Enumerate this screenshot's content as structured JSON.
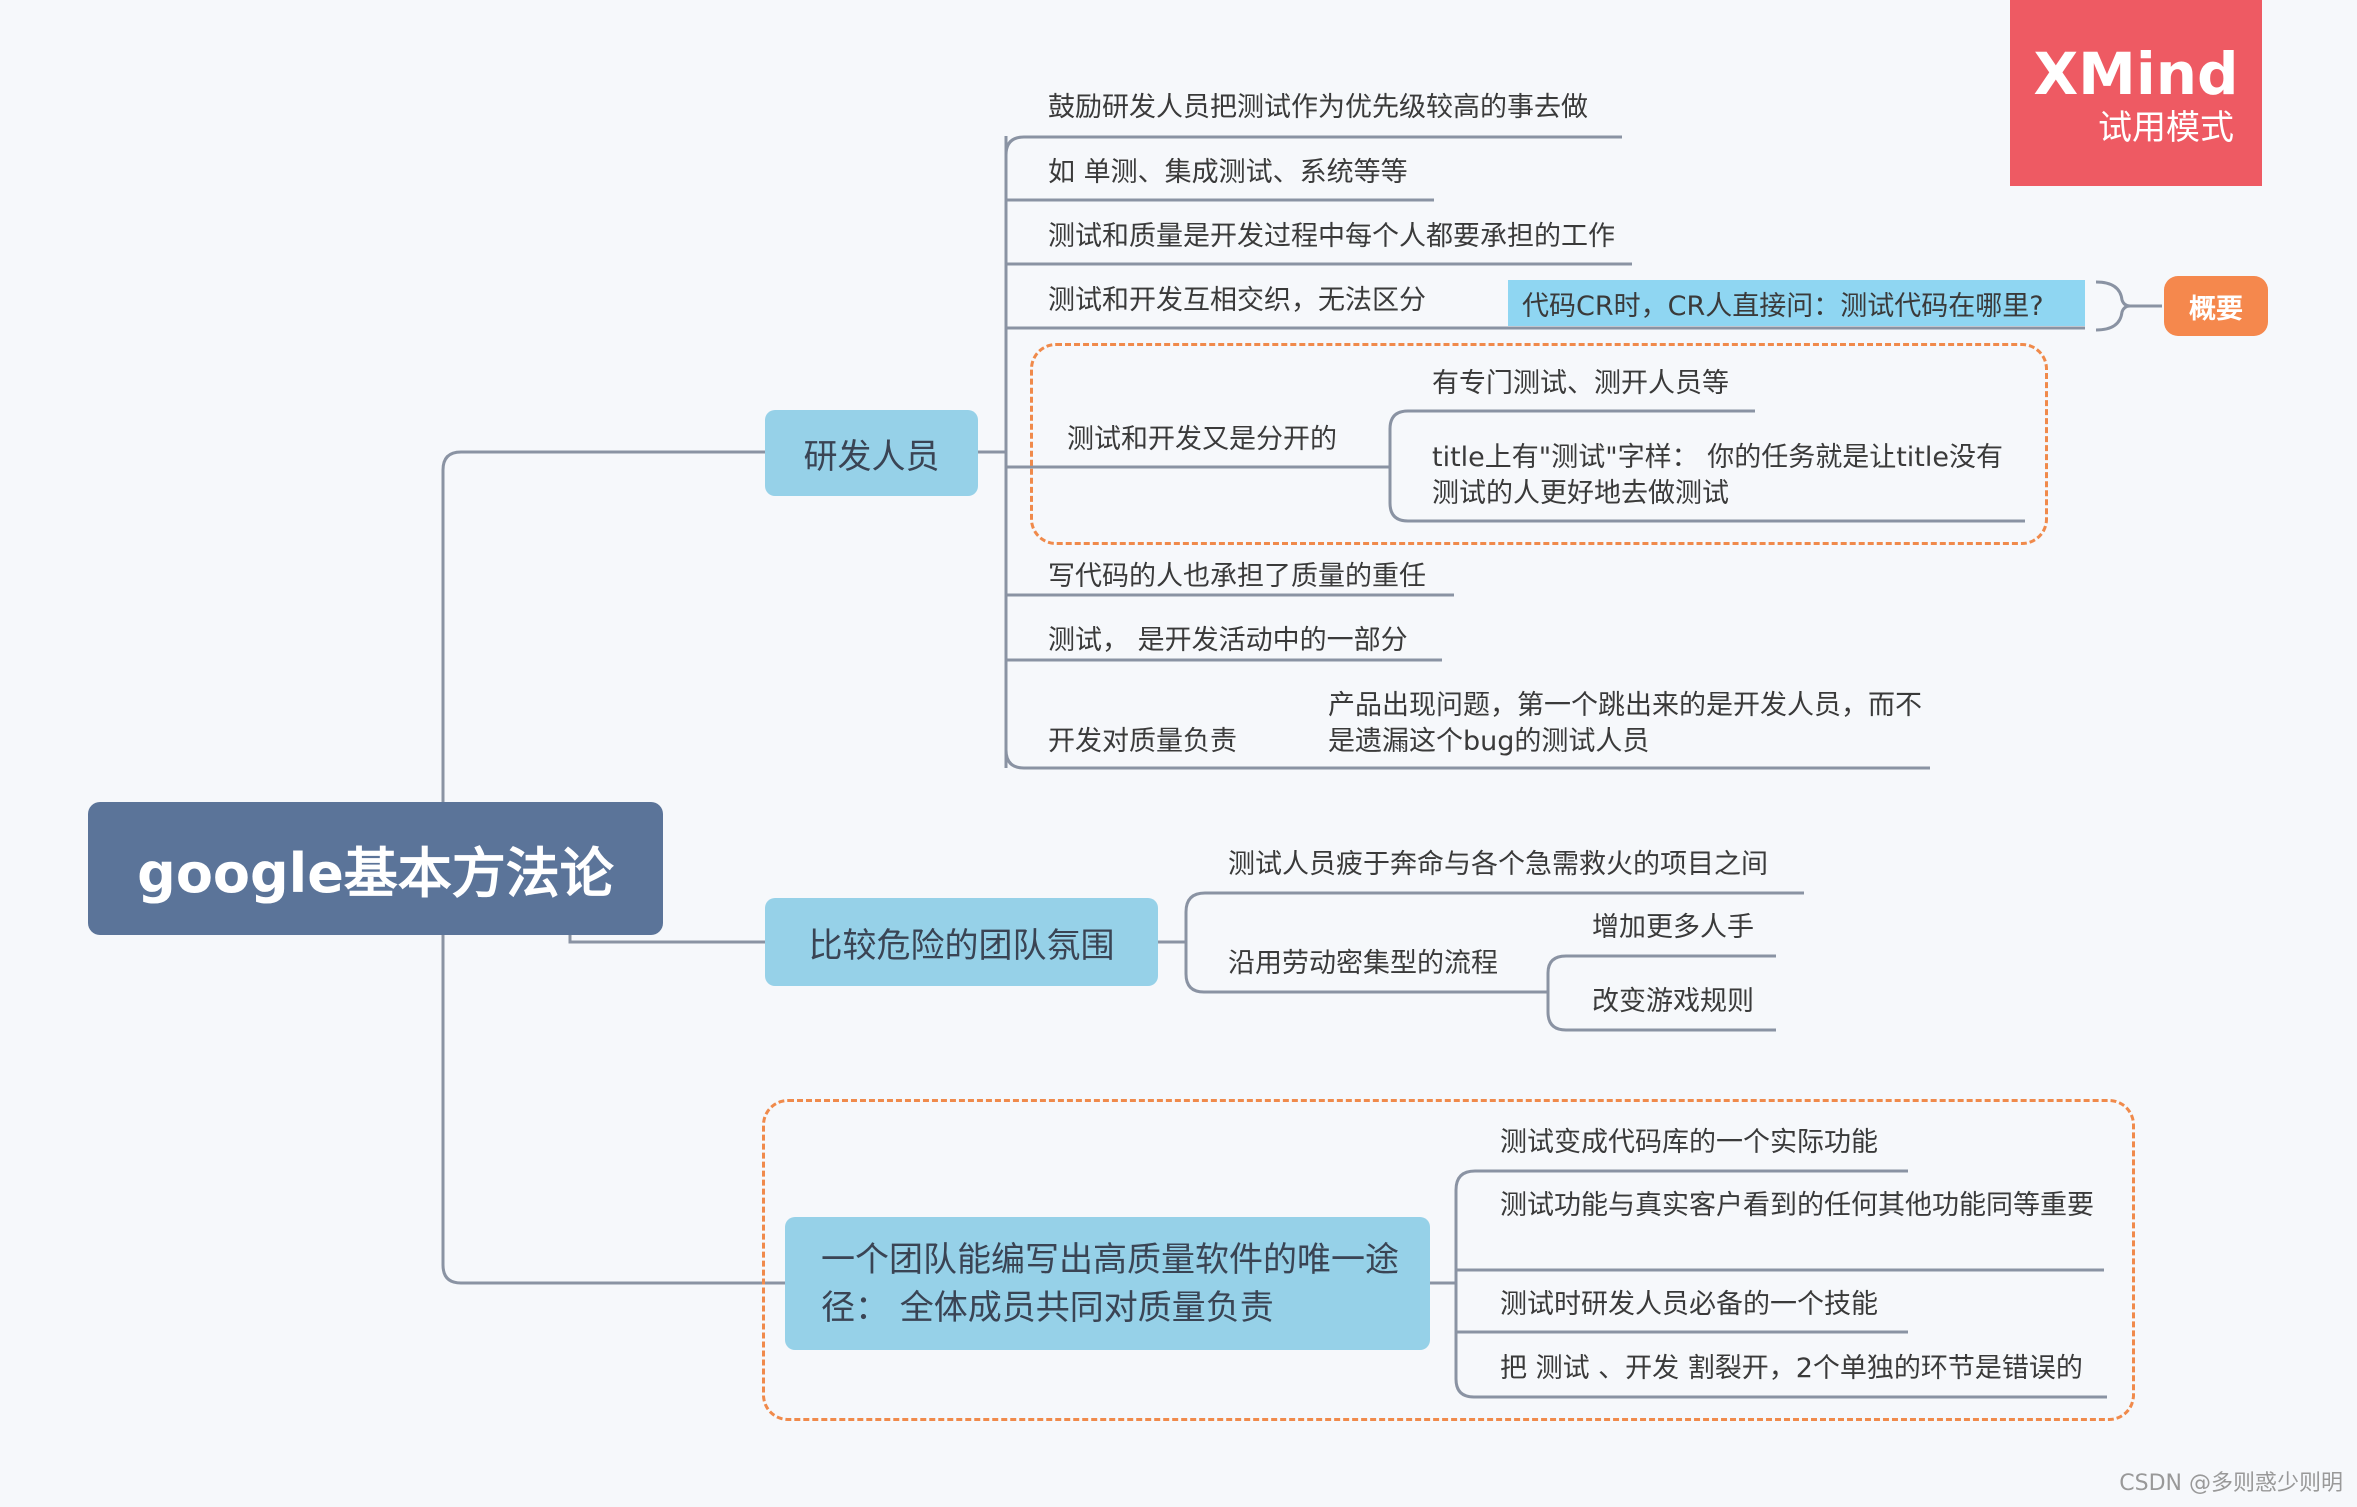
{
  "logo": {
    "brand": "XMind",
    "mode": "试用模式"
  },
  "central": "google基本方法论",
  "branches": {
    "dev": {
      "label": "研发人员",
      "items": {
        "i1": "鼓励研发人员把测试作为优先级较高的事去做",
        "i2": "如 单测、集成测试、系统等等",
        "i3": "测试和质量是开发过程中每个人都要承担的工作",
        "i4": "测试和开发互相交织，无法区分",
        "i4_sub": "代码CR时，CR人直接问：测试代码在哪里?",
        "i5": "测试和开发又是分开的",
        "i5_sub1": "有专门测试、测开人员等",
        "i5_sub2": "title上有\"测试\"字样： 你的任务就是让title没有测试的人更好地去做测试",
        "i6": "写代码的人也承担了质量的重任",
        "i7": "测试，  是开发活动中的一部分",
        "i8": "开发对质量负责",
        "i8_sub": "产品出现问题，第一个跳出来的是开发人员，而不是遗漏这个bug的测试人员"
      }
    },
    "danger": {
      "label": "比较危险的团队氛围",
      "items": {
        "i1": "测试人员疲于奔命与各个急需救火的项目之间",
        "i2": "沿用劳动密集型的流程",
        "i2_sub1": "增加更多人手",
        "i2_sub2": "改变游戏规则"
      }
    },
    "only": {
      "label": "一个团队能编写出高质量软件的唯一途径： 全体成员共同对质量负责",
      "items": {
        "i1": "测试变成代码库的一个实际功能",
        "i2": "测试功能与真实客户看到的任何其他功能同等重要",
        "i3": "测试时研发人员必备的一个技能",
        "i4": "把 测试 、开发 割裂开，2个单独的环节是错误的"
      }
    }
  },
  "summary": "概要",
  "watermark": "CSDN @多则惑少则明",
  "colors": {
    "central": "#5b7499",
    "main_topic": "#96d1e8",
    "highlight": "#8fd6f2",
    "summary": "#f5884d",
    "boundary": "#f08a4b",
    "logo": "#ee5a63",
    "line": "#8a93a3"
  }
}
